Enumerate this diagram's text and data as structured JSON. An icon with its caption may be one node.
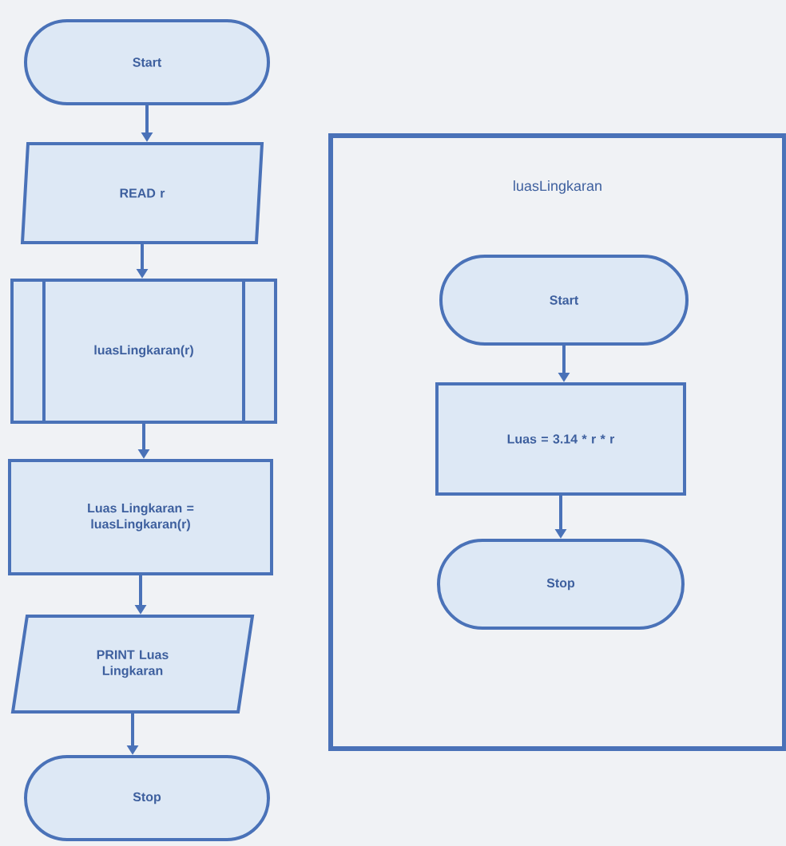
{
  "diagram": {
    "nodes": [
      {
        "text": [
          "Start"
        ]
      },
      {
        "text": [
          "READ r"
        ]
      },
      {
        "text": [
          "luasLingkaran(r)"
        ]
      },
      {
        "text": [
          "Luas Lingkaran = luasLingkaran(r)"
        ]
      },
      {
        "text": [
          "PRINT Luas Lingkaran"
        ]
      },
      {
        "text": [
          "Stop"
        ]
      },
      {
        "text": [
          "luasLingkaran"
        ]
      },
      {
        "text": [
          "Start"
        ],
        "in": 6
      },
      {
        "text": [
          "Luas = 3.14 * r * r"
        ],
        "in": 6
      },
      {
        "text": [
          "Stop"
        ],
        "in": 6
      }
    ],
    "edges": [
      {
        "from": 0,
        "to": 1,
        "arrow": "to"
      },
      {
        "from": 1,
        "to": 2,
        "arrow": "to"
      },
      {
        "from": 2,
        "to": 3,
        "arrow": "to"
      },
      {
        "from": 3,
        "to": 4,
        "arrow": "to"
      },
      {
        "from": 4,
        "to": 5,
        "arrow": "to"
      },
      {
        "from": 7,
        "to": 8,
        "arrow": "to"
      },
      {
        "from": 8,
        "to": 9,
        "arrow": "to"
      }
    ]
  }
}
